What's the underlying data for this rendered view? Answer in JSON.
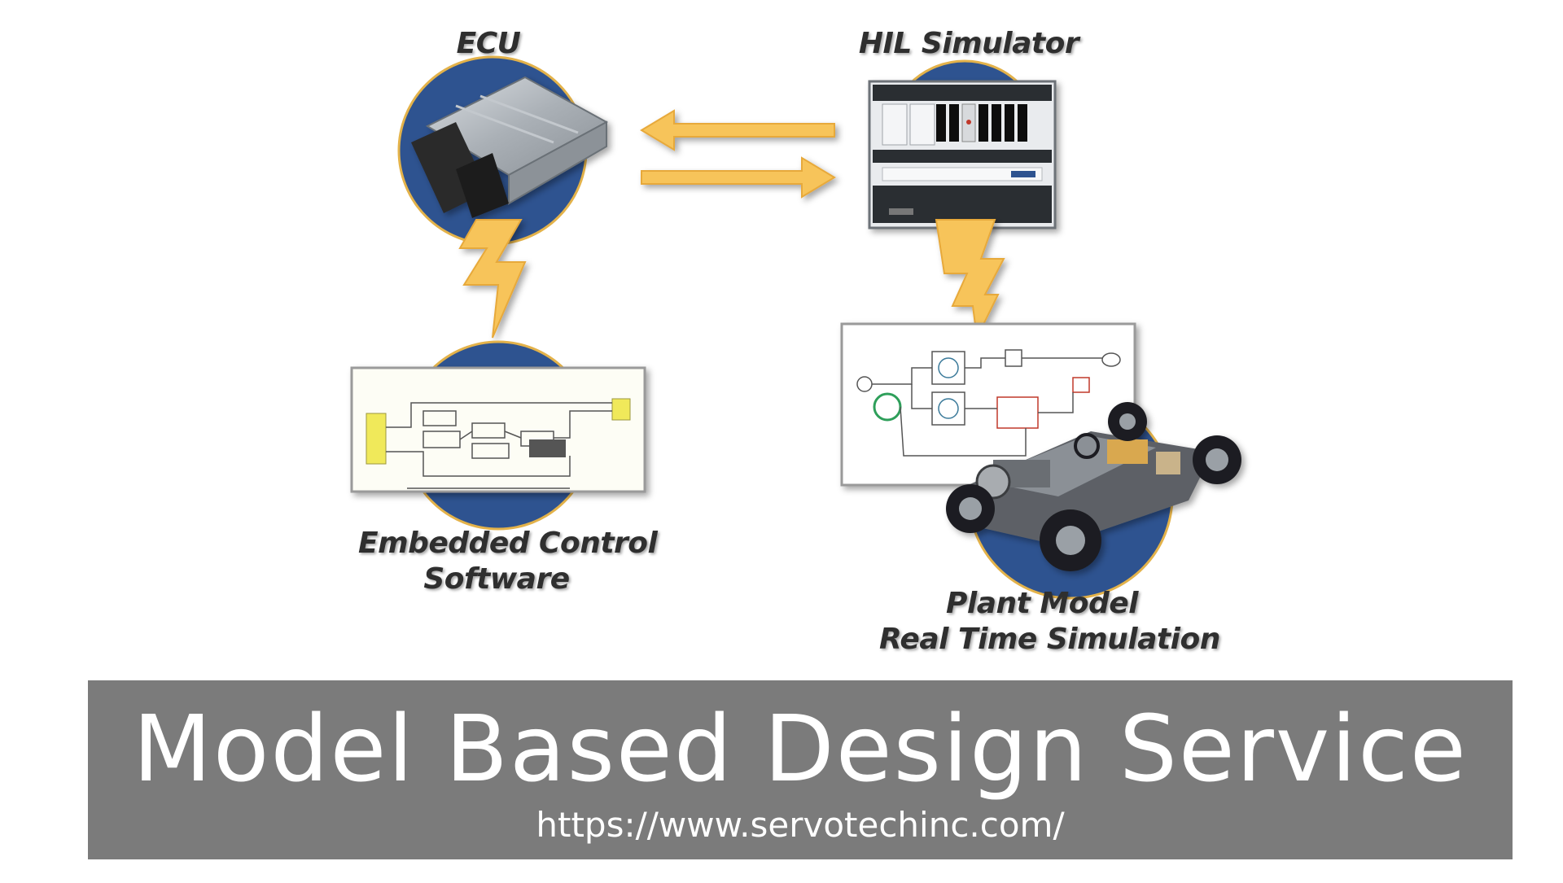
{
  "labels": {
    "ecu": "ECU",
    "hil": "HIL Simulator",
    "embedded_line1": "Embedded Control",
    "embedded_line2": "Software",
    "plant_line1": "Plant Model",
    "plant_line2": "Real Time Simulation"
  },
  "banner": {
    "title": "Model Based Design Service",
    "url": "https://www.servotechinc.com/"
  },
  "colors": {
    "circle_blue": "#2e5390",
    "arrow_yellow": "#f7c45a",
    "banner_gray": "#7b7b7b"
  }
}
